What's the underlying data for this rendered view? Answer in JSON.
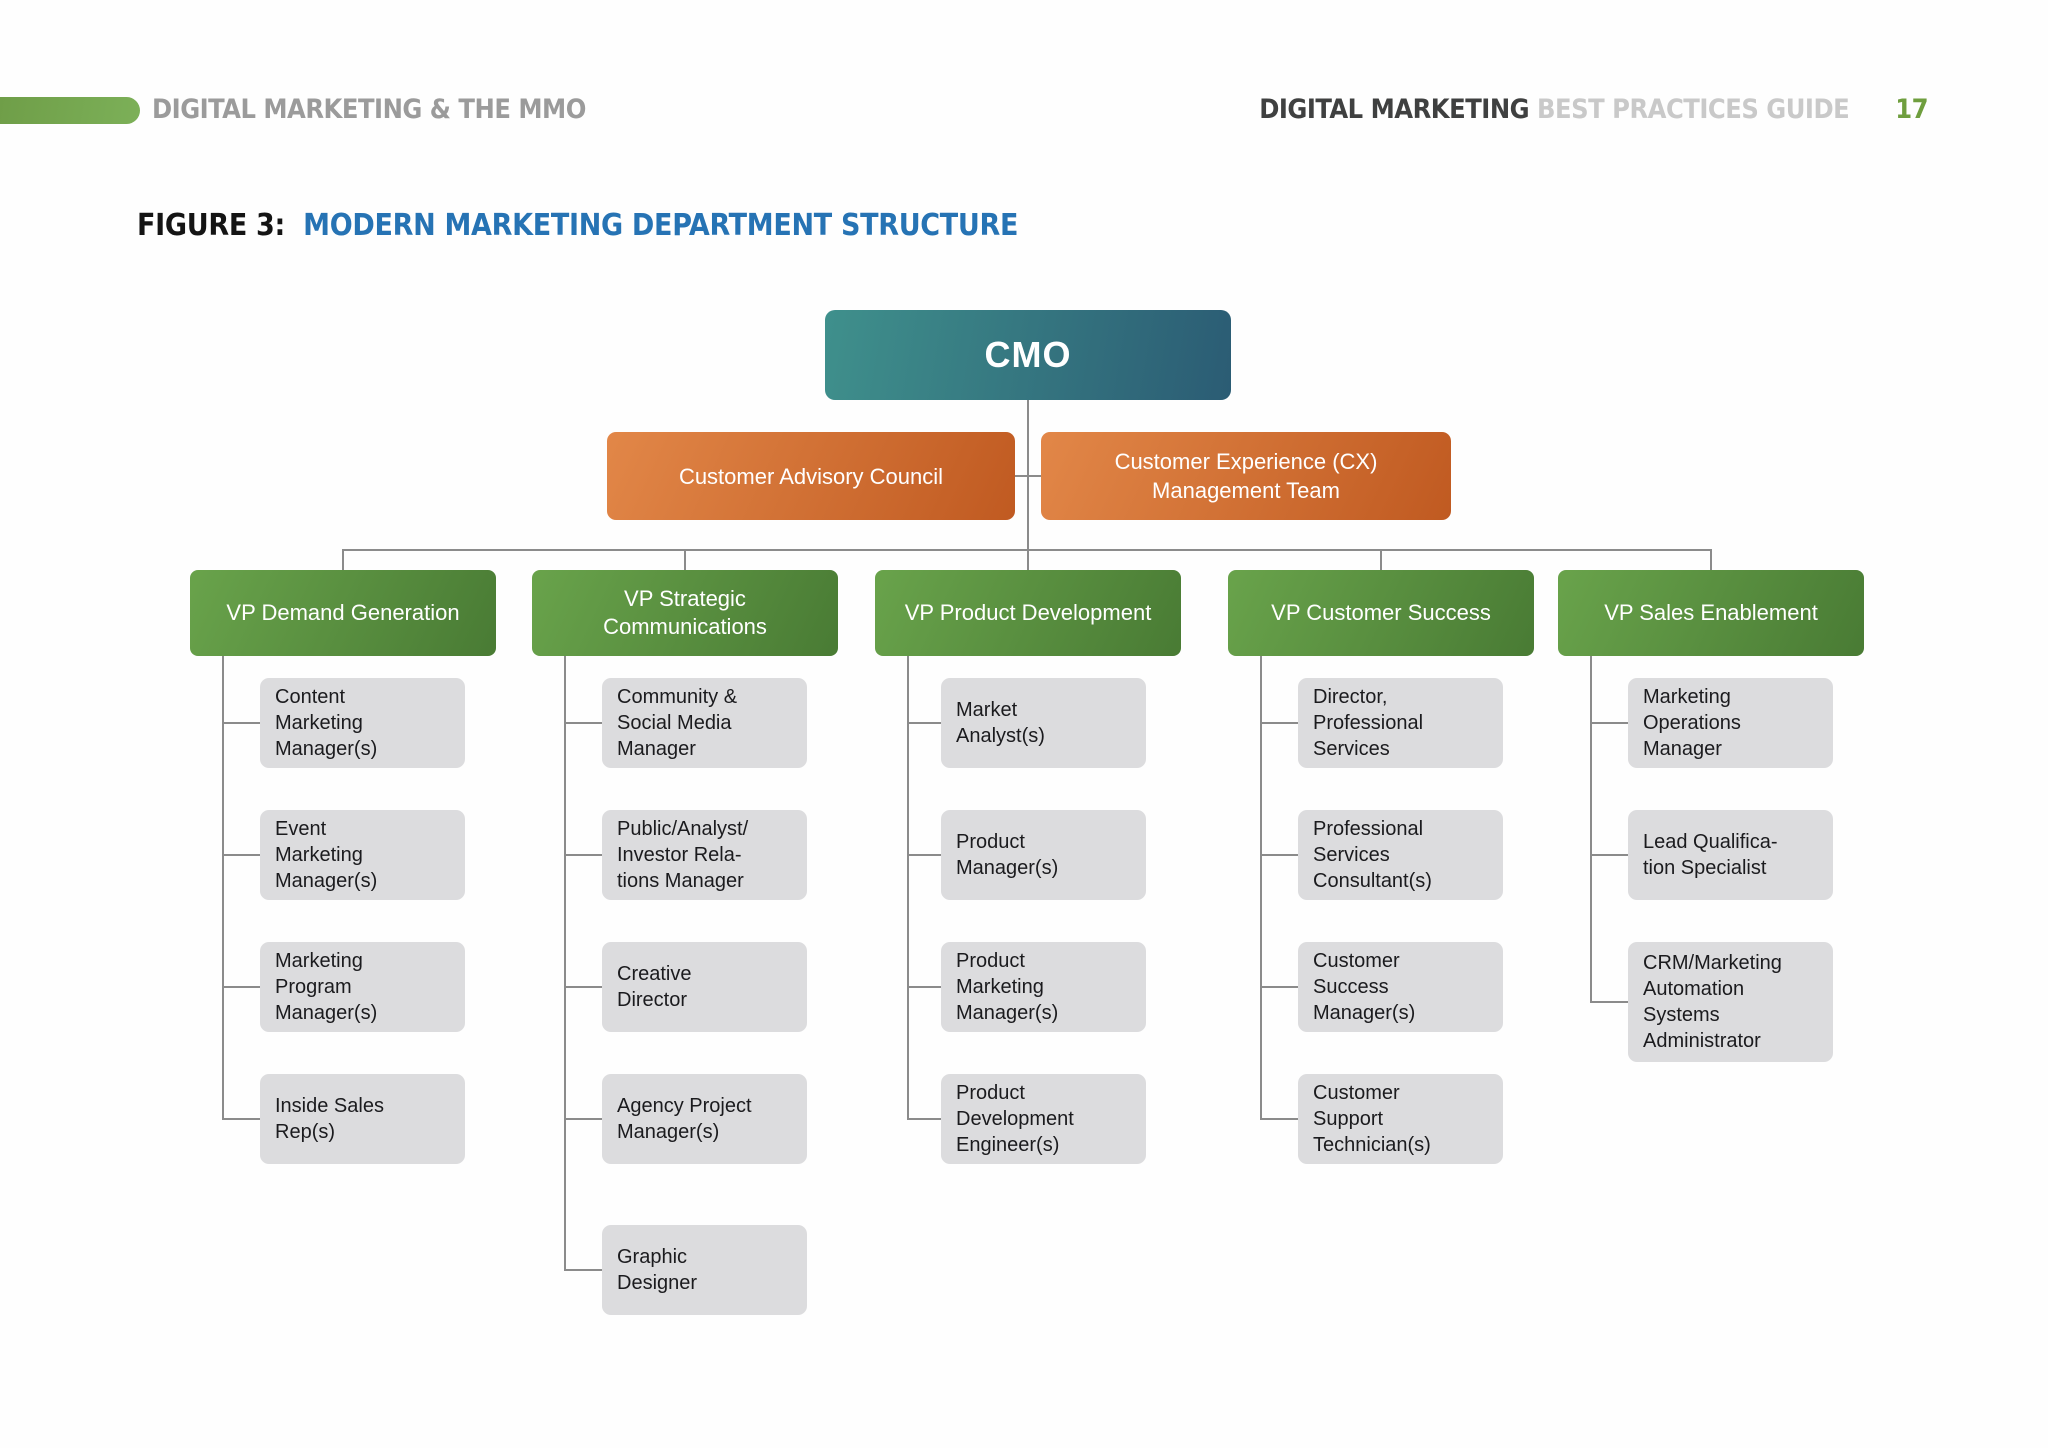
{
  "header": {
    "left_label": "DIGITAL MARKETING & THE MMO",
    "right_label_strong": "DIGITAL MARKETING",
    "right_label_light": "BEST PRACTICES GUIDE",
    "page_number": "17"
  },
  "figure": {
    "label": "FIGURE 3:",
    "title": "MODERN MARKETING DEPARTMENT STRUCTURE"
  },
  "colors": {
    "teal_gradient_start": "#3F908C",
    "teal_gradient_end": "#2B5C74",
    "orange_gradient_start": "#E28748",
    "orange_gradient_end": "#C05A21",
    "green_gradient_start": "#69A34B",
    "green_gradient_end": "#497B34",
    "role_box_gray": "#DCDCDE",
    "connector_gray": "#8B8B8B",
    "accent_green": "#76A851",
    "title_blue": "#2673B4"
  },
  "org": {
    "root": "CMO",
    "advisors": [
      {
        "label": "Customer Advisory Council"
      },
      {
        "label": "Customer Experience (CX)\nManagement Team"
      }
    ],
    "vps": [
      {
        "label": "VP Demand Generation",
        "children": [
          "Content\nMarketing\nManager(s)",
          "Event\nMarketing\nManager(s)",
          "Marketing\nProgram\nManager(s)",
          "Inside Sales\nRep(s)"
        ]
      },
      {
        "label": "VP Strategic\nCommunications",
        "children": [
          "Community &\nSocial Media\nManager",
          "Public/Analyst/\nInvestor Rela-\ntions Manager",
          "Creative\nDirector",
          "Agency Project\nManager(s)",
          "Graphic\nDesigner"
        ]
      },
      {
        "label": "VP Product Development",
        "children": [
          "Market\nAnalyst(s)",
          "Product\nManager(s)",
          "Product\nMarketing\nManager(s)",
          "Product\nDevelopment\nEngineer(s)"
        ]
      },
      {
        "label": "VP Customer Success",
        "children": [
          "Director,\nProfessional\nServices",
          "Professional\nServices\nConsultant(s)",
          "Customer\nSuccess\nManager(s)",
          "Customer\nSupport\nTechnician(s)"
        ]
      },
      {
        "label": "VP Sales Enablement",
        "children": [
          "Marketing\nOperations\nManager",
          "Lead Qualifica-\ntion Specialist",
          "CRM/Marketing\nAutomation\nSystems\nAdministrator"
        ]
      }
    ]
  }
}
